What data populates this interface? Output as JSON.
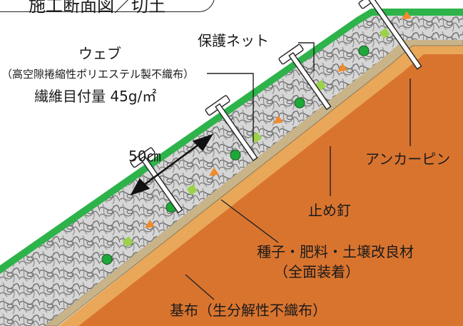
{
  "title": "施工断面図／切土",
  "labels": {
    "web": "ウェブ",
    "web_material": "（高空隙捲縮性ポリエステル製不織布）",
    "web_weight": "繊維目付量 45g/㎡",
    "net": "保護ネット",
    "span": "50㎝",
    "anchor_pin": "アンカーピン",
    "stop_nail": "止め釘",
    "seed_line1": "種子・肥料・土壌改良材",
    "seed_line2": "（全面装着）",
    "base": "基布（生分解性不織布）"
  },
  "colors": {
    "net_green": "#2db34a",
    "soil_orange": "#d9742f",
    "soil_light": "#e9a75a",
    "stripe_tan": "#c9b48a",
    "seed_green": "#1fa83a",
    "fertilizer_lime": "#9bd24a",
    "amendment_orange": "#f08a2a",
    "web_gray": "#b8b8b8",
    "pin_fill": "#ffffff",
    "outline": "#222222"
  }
}
